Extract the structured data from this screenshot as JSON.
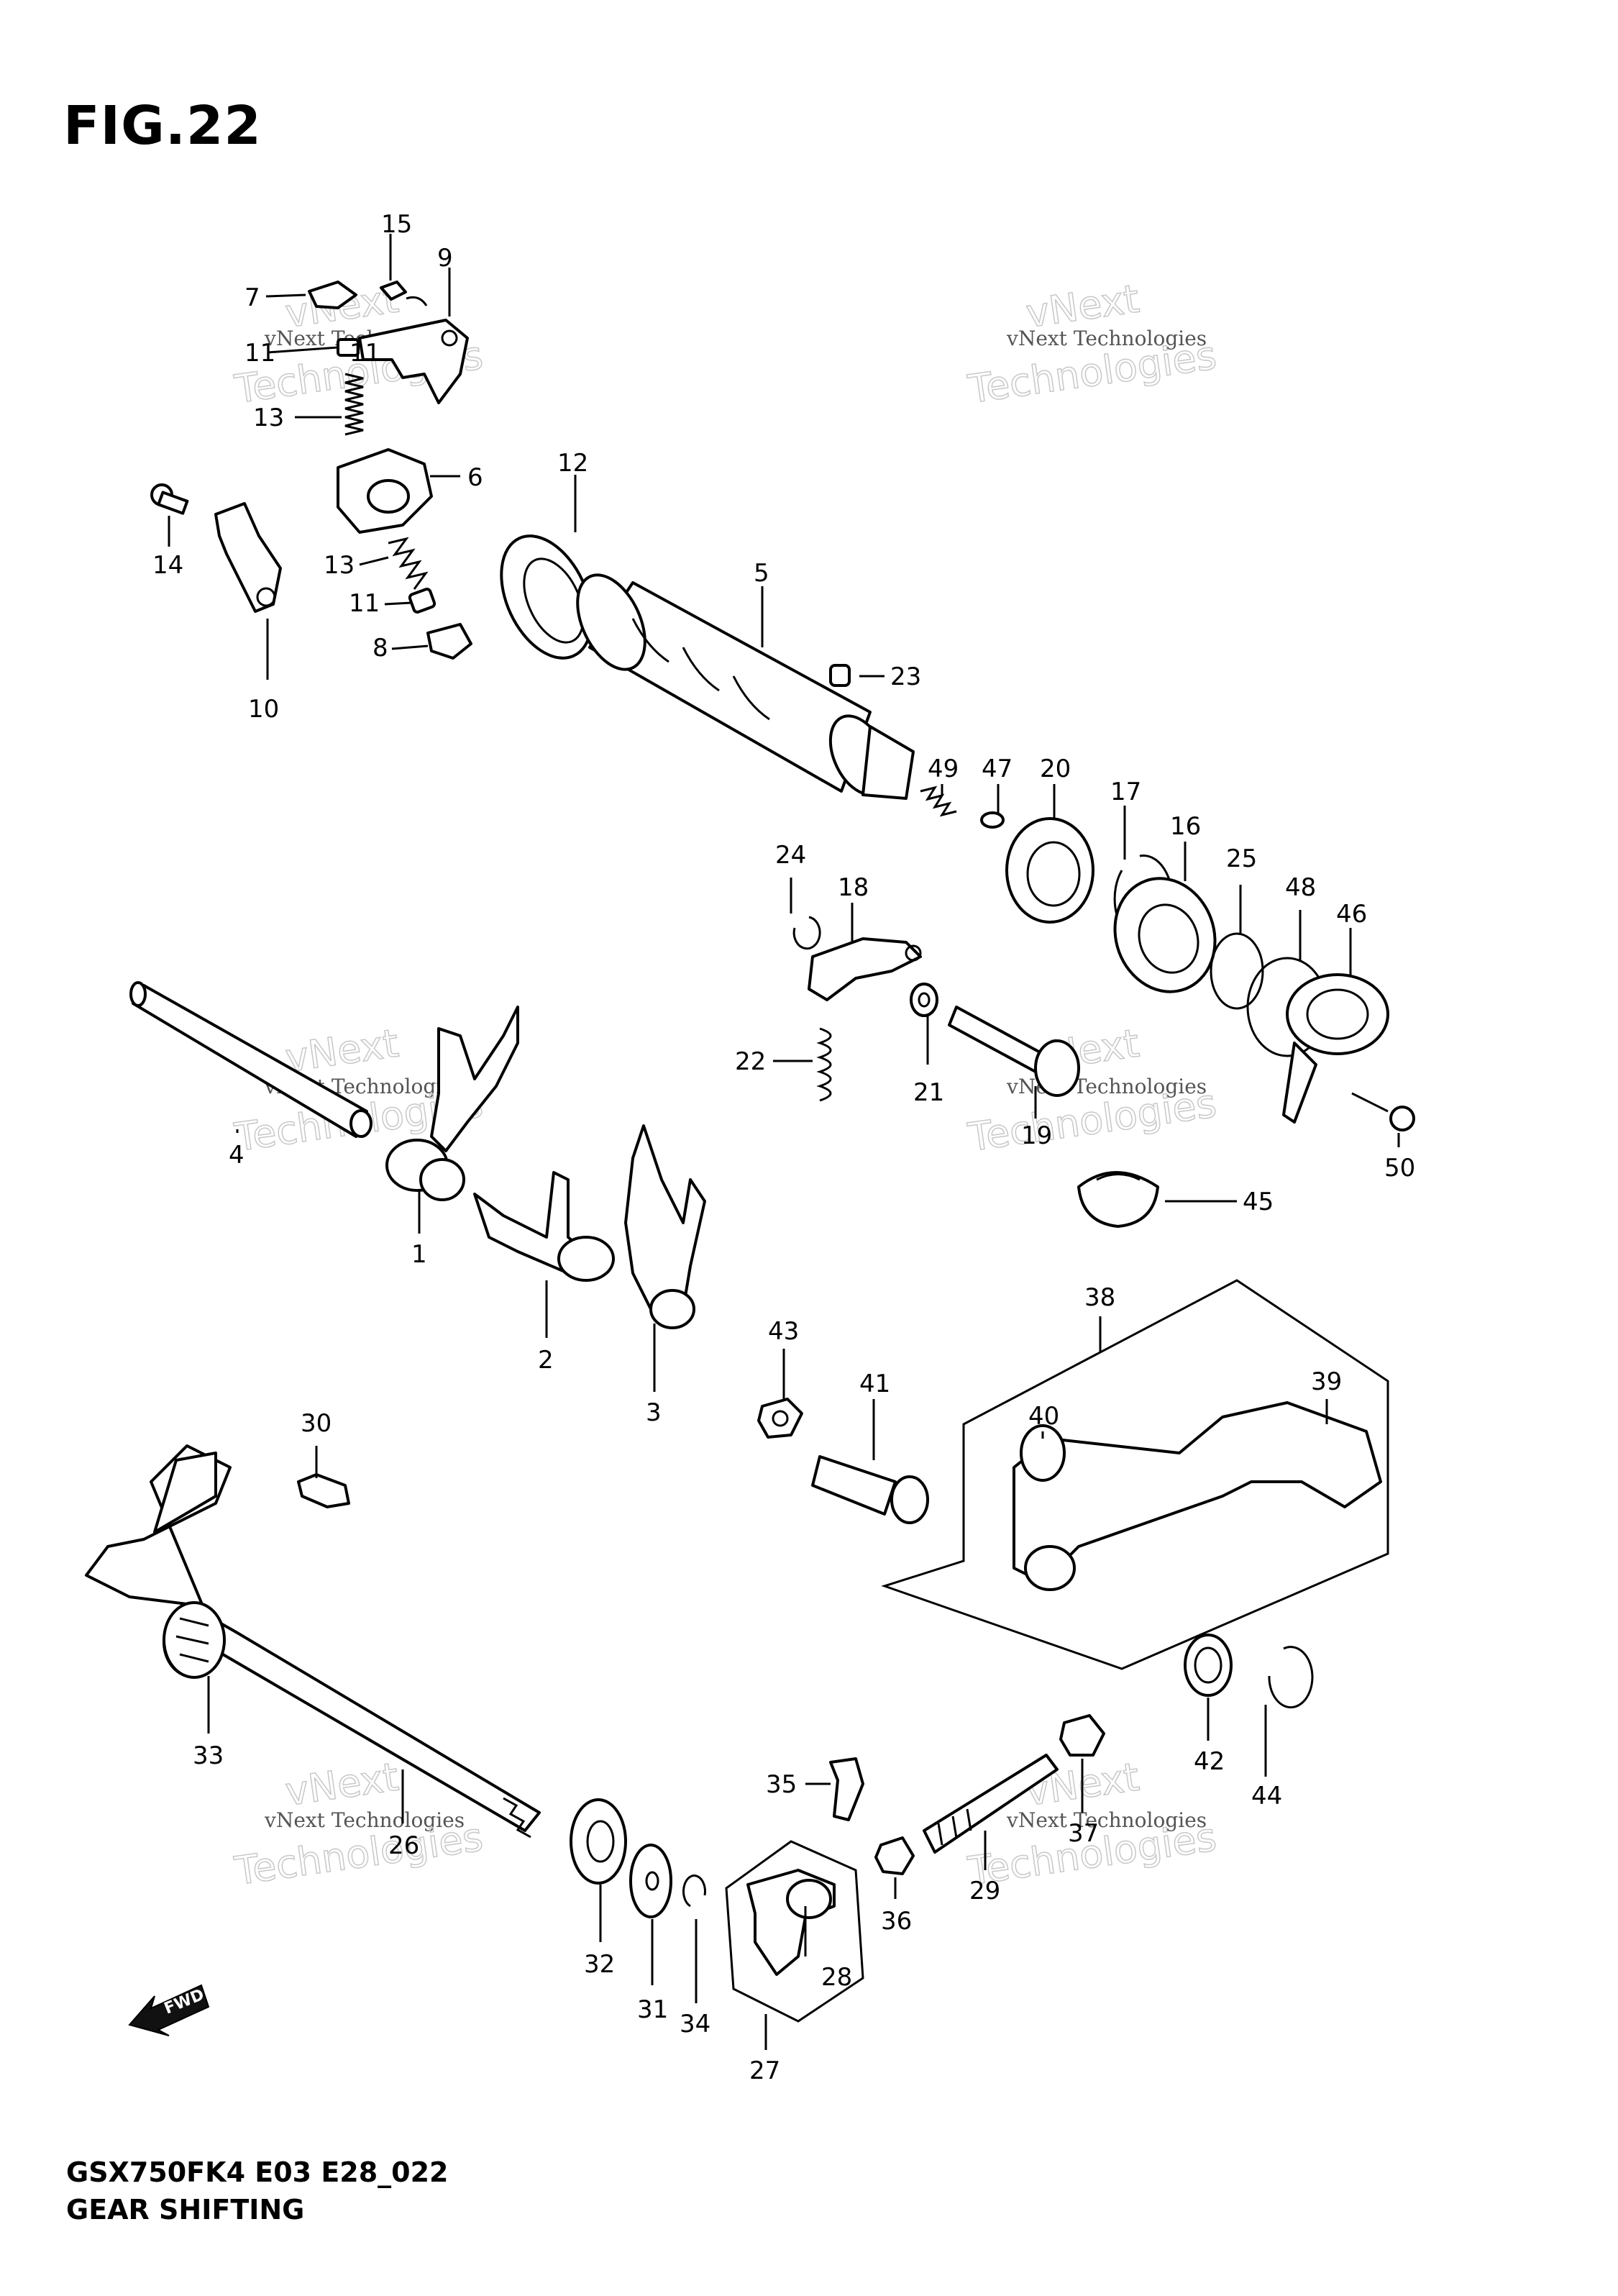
{
  "figure": {
    "title": "FIG.22",
    "code": "GSX750FK4 E03 E28_022",
    "name": "GEAR SHIFTING"
  },
  "watermark": {
    "line1": "vNext Technologies",
    "big1": "vNext",
    "big2": "Technologies"
  },
  "direction_label": "FWD",
  "callouts": [
    "1",
    "2",
    "3",
    "4",
    "5",
    "6",
    "7",
    "8",
    "9",
    "10",
    "11",
    "12",
    "13",
    "14",
    "15",
    "16",
    "17",
    "18",
    "19",
    "20",
    "21",
    "22",
    "23",
    "24",
    "25",
    "26",
    "27",
    "28",
    "29",
    "30",
    "31",
    "32",
    "33",
    "34",
    "35",
    "36",
    "37",
    "38",
    "39",
    "40",
    "41",
    "42",
    "43",
    "44",
    "45",
    "46",
    "47",
    "48",
    "49",
    "50"
  ],
  "callout_extra": {
    "11b": "11",
    "13b": "13"
  }
}
